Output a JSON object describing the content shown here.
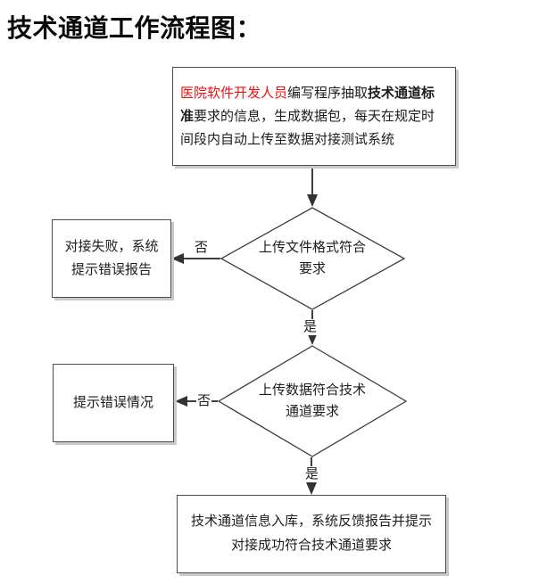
{
  "page": {
    "title": "技术通道工作流程图："
  },
  "colors": {
    "red_text": "#ee1111",
    "line": "#3f3f3f",
    "arrowhead": "#333333",
    "box_border": "#4d4d4d",
    "box_shadow": "#c9c9c9",
    "background": "#ffffff"
  },
  "flowchart": {
    "start_box": {
      "seg_red": "医院软件开发人员",
      "seg_plain1": "编写程序抽取",
      "seg_bold": "技术通道标准",
      "seg_plain2": "要求的信息，生成数据包，每天在规定时间段内自动上传至数据对接测试系统"
    },
    "decision1": {
      "label": "上传文件格式符合\n要求",
      "no_label": "否",
      "yes_label": "是"
    },
    "error_box1": {
      "label": "对接失败，系统\n提示错误报告"
    },
    "decision2": {
      "label": "上传数据符合技术\n通道要求",
      "no_label": "否",
      "yes_label": "是"
    },
    "error_box2": {
      "label": "提示错误情况"
    },
    "end_box": {
      "label": "技术通道信息入库，系统反馈报告并提示\n对接成功符合技术通道要求"
    }
  }
}
